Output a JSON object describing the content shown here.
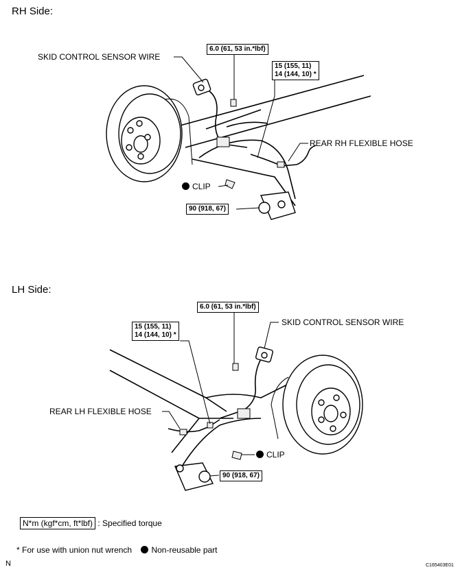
{
  "rh": {
    "heading": "RH Side:",
    "sensor_wire": "SKID CONTROL SENSOR WIRE",
    "torque_bolt": "6.0 (61, 53 in.*lbf)",
    "torque_union_1": "15 (155, 11)",
    "torque_union_2": "14 (144, 10) *",
    "flex_hose": "REAR RH FLEXIBLE HOSE",
    "clip": "CLIP",
    "torque_nut": "90 (918, 67)"
  },
  "lh": {
    "heading": "LH Side:",
    "torque_bolt": "6.0 (61, 53 in.*lbf)",
    "sensor_wire": "SKID CONTROL SENSOR WIRE",
    "torque_union_1": "15 (155, 11)",
    "torque_union_2": "14 (144, 10) *",
    "flex_hose": "REAR LH FLEXIBLE HOSE",
    "clip": "CLIP",
    "torque_nut": "90 (918, 67)"
  },
  "legend": {
    "unit_box": "N*m (kgf*cm, ft*lbf)",
    "unit_desc": ": Specified torque",
    "union_note": "* For use with union nut wrench",
    "nonreusable": "Non-reusable part"
  },
  "footer": {
    "letter": "N",
    "code": "C165403E01"
  }
}
